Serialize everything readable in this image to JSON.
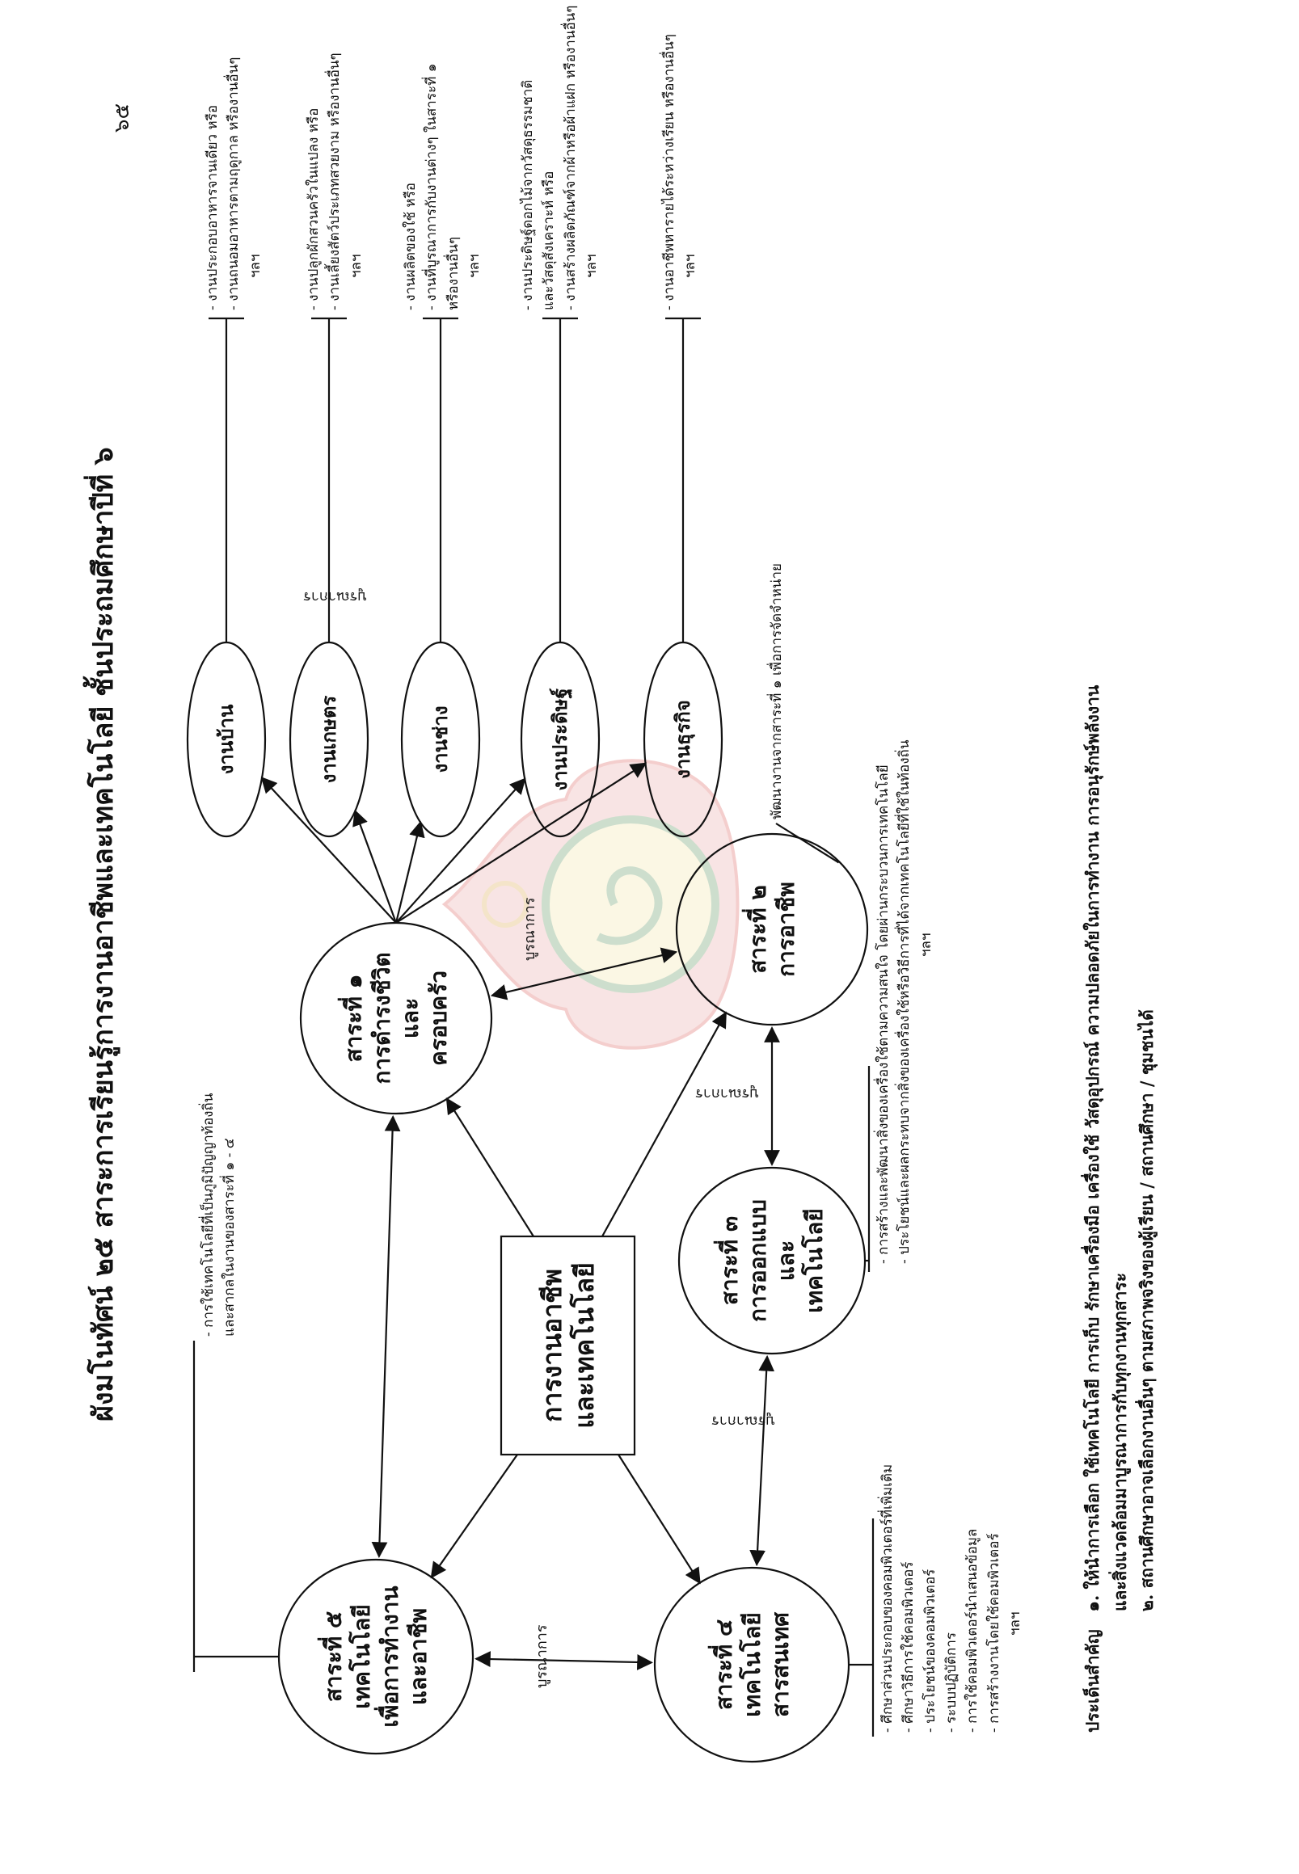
{
  "page_number": "๖๕",
  "title": "ผังมโนทัศน์ ๒๕ สาระการเรียนรู้การงานอาชีพและเทคโนโลยี ชั้นประถมศึกษาปีที่ ๖",
  "center": {
    "lines": [
      "การงานอาชีพ",
      "และเทคโนโลยี"
    ]
  },
  "strands": [
    {
      "id": 1,
      "lines": [
        "สาระที่ ๑",
        "การดำรงชีวิต",
        "และ",
        "ครอบครัว"
      ]
    },
    {
      "id": 2,
      "lines": [
        "สาระที่ ๒",
        "การอาชีพ"
      ]
    },
    {
      "id": 3,
      "lines": [
        "สาระที่ ๓",
        "การออกแบบ",
        "และ",
        "เทคโนโลยี"
      ]
    },
    {
      "id": 4,
      "lines": [
        "สาระที่ ๔",
        "เทคโนโลยี",
        "สารสนเทศ"
      ]
    },
    {
      "id": 5,
      "lines": [
        "สาระที่ ๕",
        "เทคโนโลยี",
        "เพื่อการทำงาน",
        "และอาชีพ"
      ]
    }
  ],
  "integration_label": "บูรณาการ",
  "sub_areas": [
    {
      "label": "งานบ้าน",
      "notes": [
        "- งานประกอบอาหารจานเดียว หรือ",
        "- งานถนอมอาหารตามฤดูกาล หรืองานอื่นๆ"
      ],
      "etc": "ฯลฯ"
    },
    {
      "label": "งานเกษตร",
      "notes": [
        "- งานปลูกผักสวนครัวในแปลง หรือ",
        "- งานเลี้ยงสัตว์ประเภทสวยงาม หรืองานอื่นๆ"
      ],
      "etc": "ฯลฯ"
    },
    {
      "label": "งานช่าง",
      "notes": [
        "- งานผลิตของใช้ หรือ",
        "- งานที่บูรณาการกับงานต่างๆ ในสาระที่ ๑",
        "  หรืองานอื่นๆ"
      ],
      "etc": "ฯลฯ"
    },
    {
      "label": "งานประดิษฐ์",
      "notes": [
        "- งานประดิษฐ์ดอกไม้จากวัสดุธรรมชาติ",
        "  และวัสดุสังเคราะห์ หรือ",
        "- งานสร้างผลิตภัณฑ์จากผ้าหรือผ้าแฝก หรืองานอื่นๆ"
      ],
      "etc": "ฯลฯ"
    },
    {
      "label": "งานธุรกิจ",
      "notes": [
        "- งานอาชีพหารายได้ระหว่างเรียน หรืองานอื่นๆ"
      ],
      "etc": "ฯลฯ"
    }
  ],
  "strand_notes": {
    "s2": "พัฒนางานจากสาระที่ ๑ เพื่อการจัดจำหน่าย",
    "s3": [
      "- การสร้างและพัฒนาสิ่งของเครื่องใช้ตามความสนใจ โดยผ่านกระบวนการเทคโนโลยี",
      "- ประโยชน์และผลกระทบจากสิ่งของเครื่องใช้หรือวิธีการที่ได้จากเทคโนโลยีที่ใช้ในท้องถิ่น"
    ],
    "s3_etc": "ฯลฯ",
    "s4": [
      "- ศึกษาส่วนประกอบของคอมพิวเตอร์ที่เพิ่มเติม",
      "- ศึกษาวิธีการใช้คอมพิวเตอร์",
      "- ประโยชน์ของคอมพิวเตอร์",
      "- ระบบปฏิบัติการ",
      "- การใช้คอมพิวเตอร์นำเสนอข้อมูล",
      "- การสร้างงานโดยใช้คอมพิวเตอร์"
    ],
    "s4_etc": "ฯลฯ",
    "s5": [
      "- การใช้เทคโนโลยีที่เป็นภูมิปัญญาท้องถิ่น",
      "  และสากลในงานของสาระที่ ๑ - ๔"
    ]
  },
  "footer": {
    "heading": "ประเด็นสำคัญ",
    "lines": [
      "๑. ให้นำการเลือก ใช้เทคโนโลยี การเก็บ รักษาเครื่องมือ เครื่องใช้ วัสดุอุปกรณ์ ความปลอดภัยในการทำงาน การอนุรักษ์พลังงาน",
      "    และสิ่งแวดล้อมมาบูรณาการกับทุกงานทุกสาระ",
      "๒. สถานศึกษาอาจเลือกงานอื่นๆ ตามสภาพจริงของผู้เรียน / สถานศึกษา / ชุมชนได้"
    ]
  },
  "colors": {
    "ink": "#111111",
    "emblem_red": "#d9534f",
    "emblem_gold": "#e8c25a",
    "emblem_green": "#4f8a4f"
  }
}
